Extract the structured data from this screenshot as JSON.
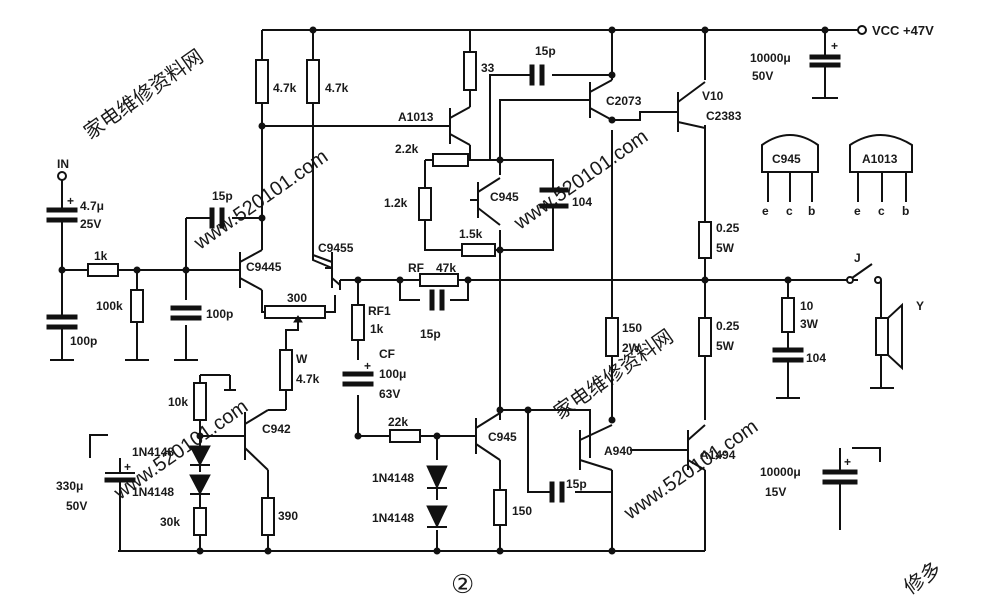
{
  "watermark": {
    "site": "www.520101.com",
    "chinese": "家电维修资料网",
    "corner": "修多"
  },
  "supply": {
    "vcc": "VCC +47V",
    "cap_value": "10000μ",
    "cap_voltage": "50V"
  },
  "input": {
    "label": "IN",
    "cap_value": "4.7μ",
    "cap_voltage": "25V",
    "r_series": "1k",
    "r_shunt": "100k",
    "c_shunt": "100p",
    "c_base": "100p"
  },
  "labels": {
    "r_47k_a": "4.7k",
    "r_47k_b": "4.7k",
    "r_33": "33",
    "c_15p_top": "15p",
    "c_15p_q1": "15p",
    "c_15p_fb": "15p",
    "c_15p_bottom": "15p",
    "r_22k_a": "2.2k",
    "r_12k": "1.2k",
    "r_15k": "1.5k",
    "c_104_vbe": "104",
    "pot_300": "300",
    "r_10k": "10k",
    "r_w": "W",
    "r_w_value": "4.7k",
    "r_30k": "30k",
    "r_390": "390",
    "r_22k_b": "22k",
    "r_150_bottom": "150",
    "rf": "RF",
    "rf_value": "47k",
    "rf1": "RF1",
    "rf1_value": "1k",
    "cf": "CF",
    "cf_value": "100μ",
    "cf_voltage": "63V",
    "r_150_2w": "150",
    "r_150_2w_rating": "2W",
    "r_025_top": "0.25",
    "r_025_top_rating": "5W",
    "r_025_bot": "0.25",
    "r_025_bot_rating": "5W",
    "r_zobel": "10",
    "r_zobel_rating": "3W",
    "c_zobel": "104",
    "switch": "J",
    "speaker": "Y",
    "c_330": "330μ",
    "c_330_voltage": "50V",
    "c_neg": "10000μ",
    "c_neg_voltage": "15V",
    "figure_number": "②"
  },
  "transistors": {
    "q1": "C9445",
    "q2": "C9455",
    "q3": "A1013",
    "q4": "C2073",
    "q5": "V10",
    "q5_type": "C2383",
    "q6": "C945",
    "q7": "C942",
    "q8": "C945",
    "q9": "A940",
    "q10": "A1494"
  },
  "diodes": {
    "d1": "1N4148",
    "d2": "1N4148",
    "d3": "1N4148",
    "d4": "1N4148"
  },
  "pinout": {
    "pkg1": "C945",
    "pkg2": "A1013",
    "pins": [
      "e",
      "c",
      "b"
    ]
  }
}
